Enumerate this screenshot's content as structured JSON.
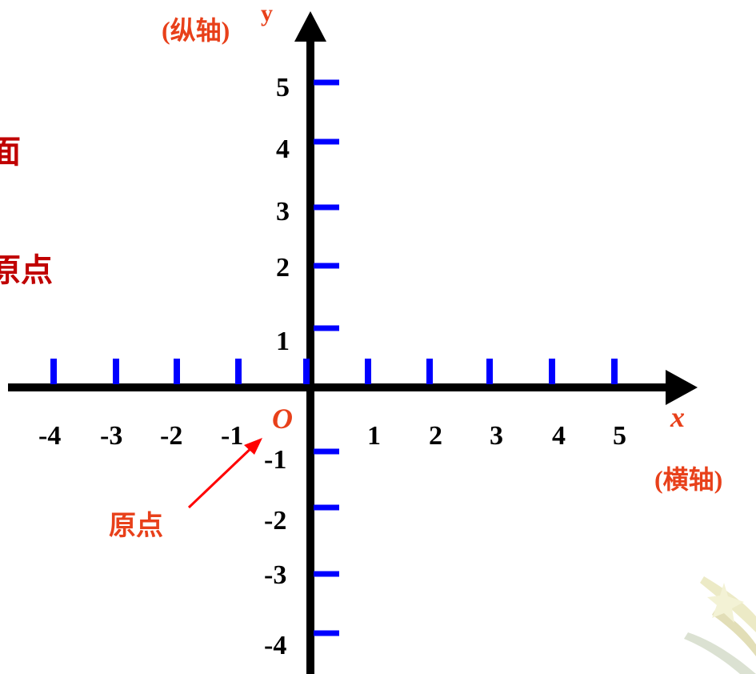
{
  "diagram": {
    "left_fragments": [
      "面",
      "原点"
    ],
    "y_axis": {
      "variable": "y",
      "note": "(纵轴)",
      "tick_labels": [
        "5",
        "4",
        "3",
        "2",
        "1",
        "-1",
        "-2",
        "-3",
        "-4"
      ]
    },
    "x_axis": {
      "variable": "x",
      "note": "(横轴)",
      "tick_labels": [
        "-4",
        "-3",
        "-2",
        "-1",
        "1",
        "2",
        "3",
        "4",
        "5"
      ]
    },
    "origin": {
      "symbol": "O",
      "callout": "原点"
    },
    "colors": {
      "axis": "#000000",
      "ticks": "#0000ff",
      "emphasis_text": "#c00000",
      "annotation": "#e8401a",
      "arrow": "#ff0000"
    }
  }
}
